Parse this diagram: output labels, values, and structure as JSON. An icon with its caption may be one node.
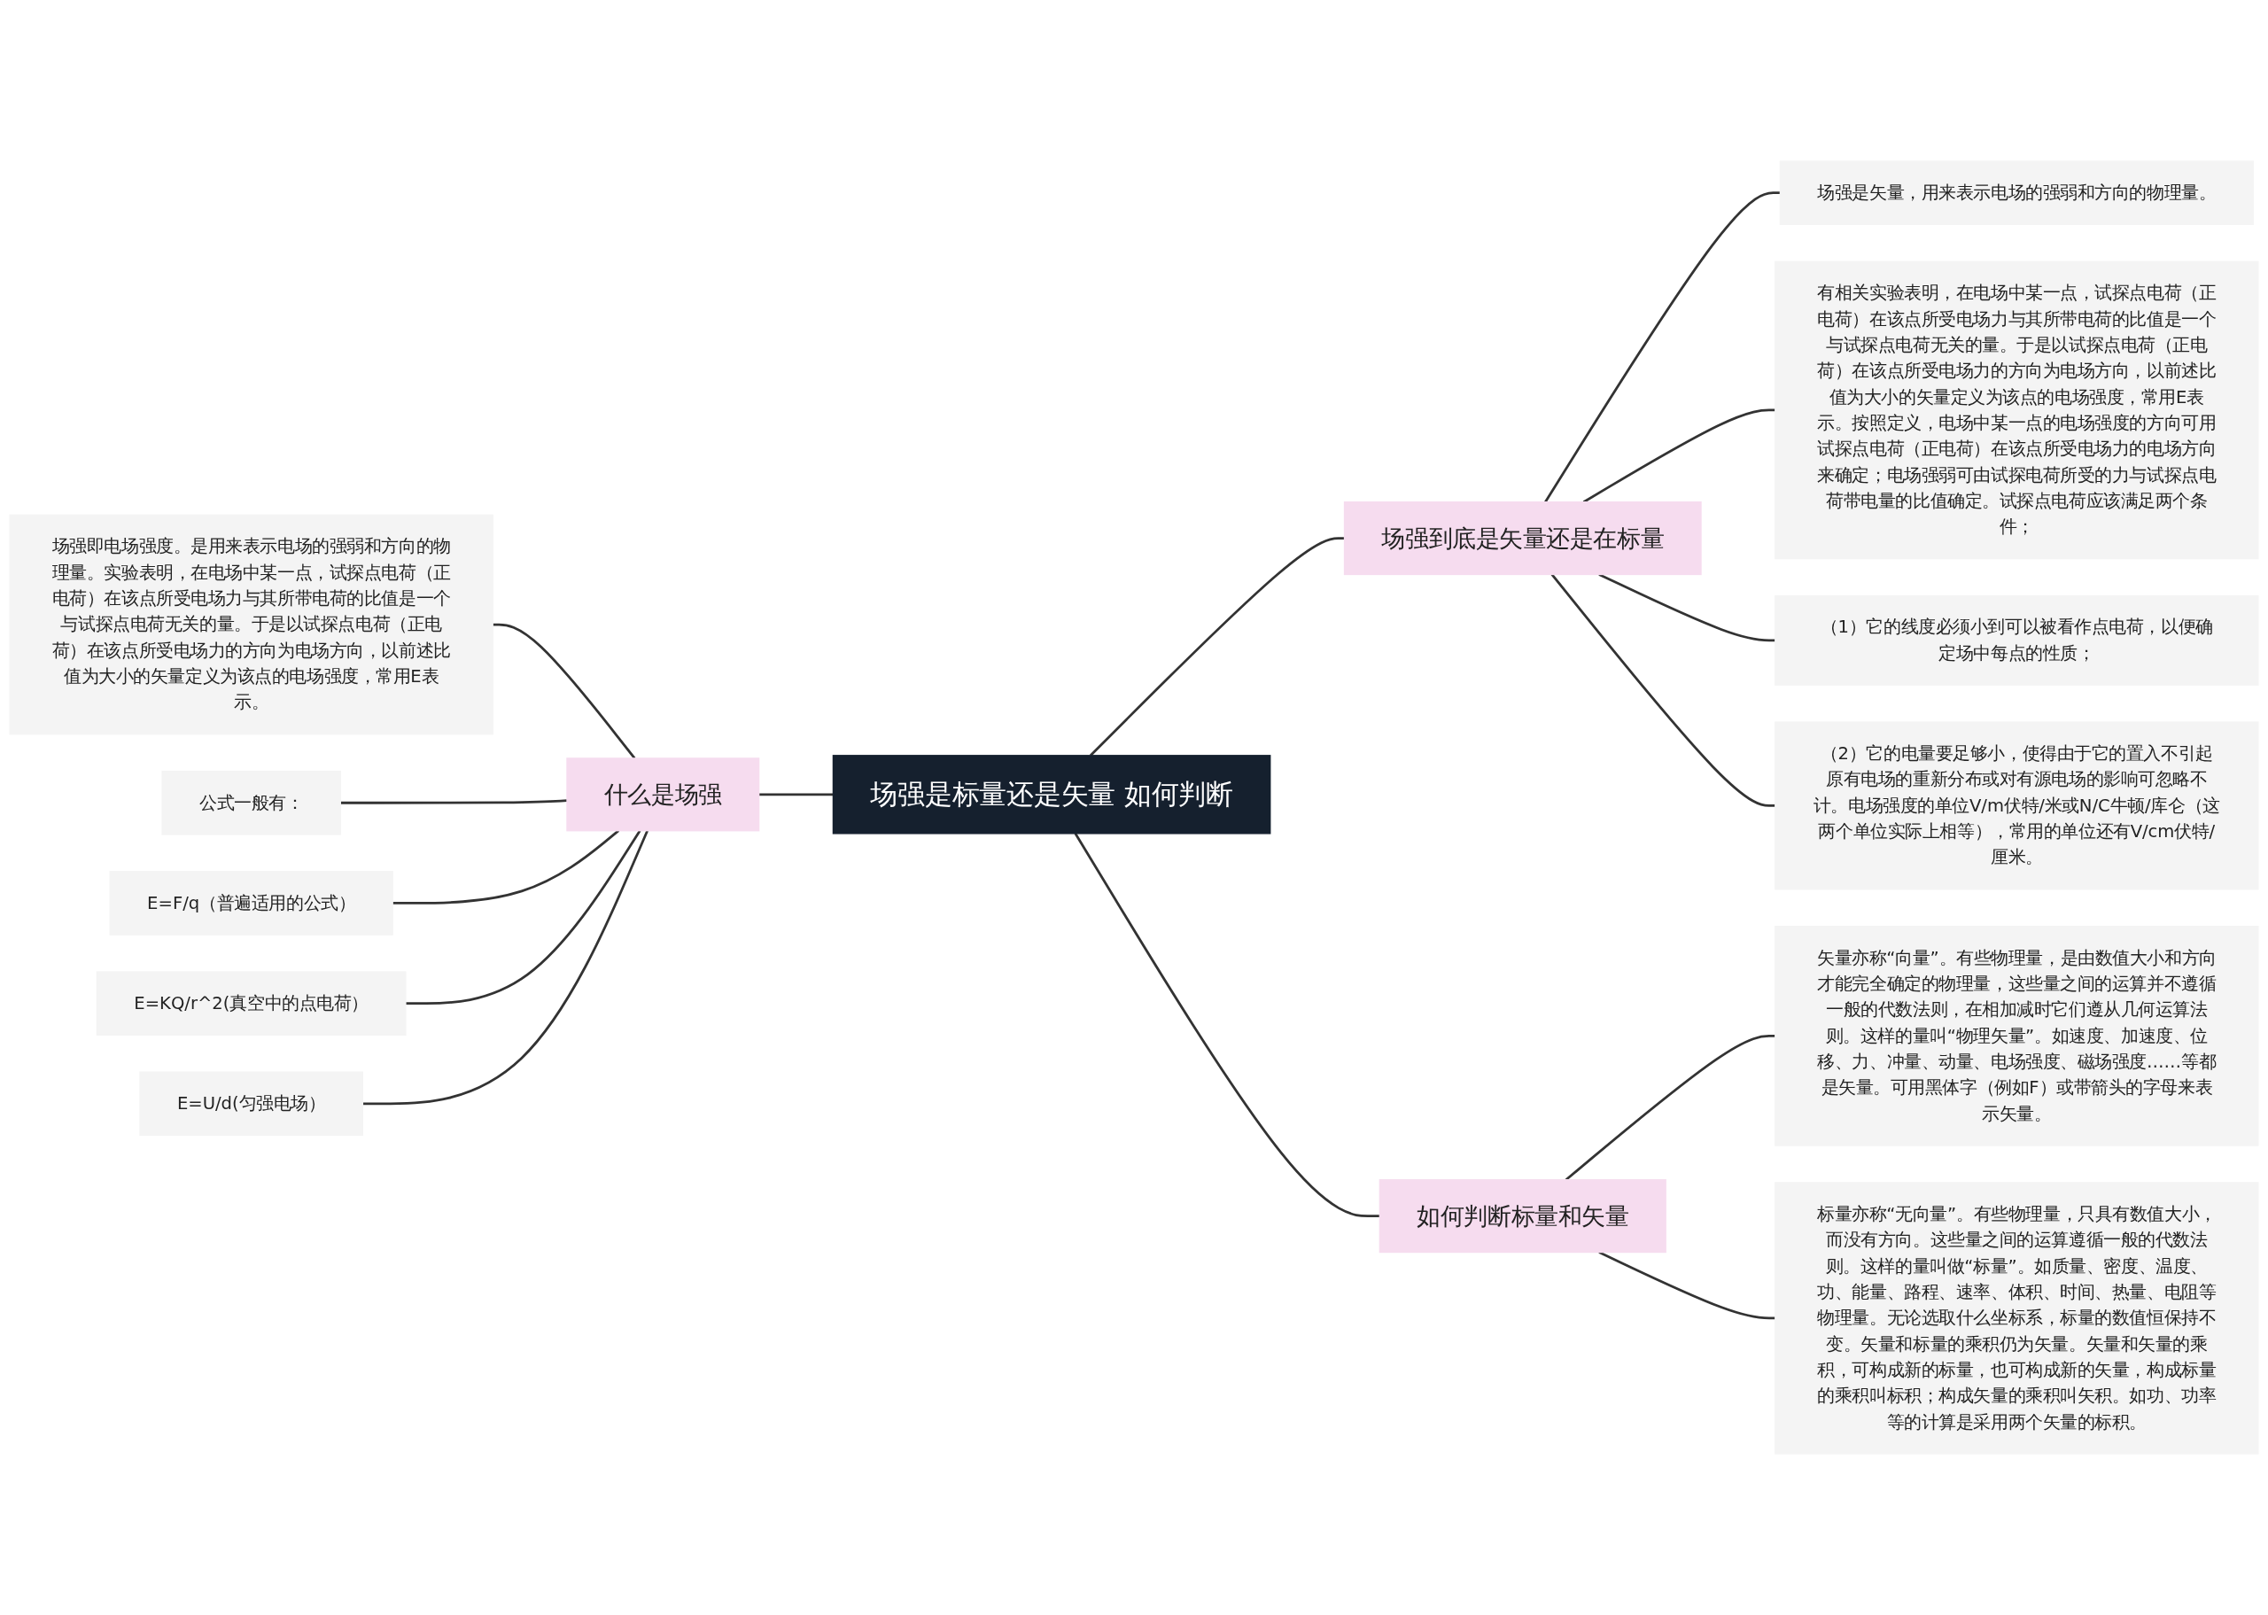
{
  "diagram": {
    "nodes": [
      {
        "text": [
          "场强是标量还是矢量 如何判断"
        ]
      },
      {
        "text": [
          "什么是场强"
        ]
      },
      {
        "text": [
          "场强即电场强度。是用来表示电场的强弱和方向的物理量。实验表明，在电场中某一点，试探点电荷（正电荷）在该点所受电场力与其所带电荷的比值是一个与试探点电荷无关的量。于是以试探点电荷（正电荷）在该点所受电场力的方向为电场方向，以前述比值为大小的矢量定义为该点的电场强度，常用E表示。"
        ]
      },
      {
        "text": [
          "公式一般有："
        ]
      },
      {
        "text": [
          "E=F/q（普遍适用的公式）"
        ]
      },
      {
        "text": [
          "E=KQ/r^2(真空中的点电荷）"
        ]
      },
      {
        "text": [
          "E=U/d(匀强电场）"
        ]
      },
      {
        "text": [
          "场强到底是矢量还是在标量"
        ]
      },
      {
        "text": [
          "场强是矢量，用来表示电场的强弱和方向的物理量。"
        ]
      },
      {
        "text": [
          "有相关实验表明，在电场中某一点，试探点电荷（正电荷）在该点所受电场力与其所带电荷的比值是一个与试探点电荷无关的量。于是以试探点电荷（正电荷）在该点所受电场力的方向为电场方向，以前述比值为大小的矢量定义为该点的电场强度，常用E表示。按照定义，电场中某一点的电场强度的方向可用试探点电荷（正电荷）在该点所受电场力的电场方向来确定；电场强弱可由试探电荷所受的力与试探点电荷带电量的比值确定。试探点电荷应该满足两个条件；"
        ]
      },
      {
        "text": [
          "（1）它的线度必须小到可以被看作点电荷，以便确定场中每点的性质；"
        ]
      },
      {
        "text": [
          "（2）它的电量要足够小，使得由于它的置入不引起原有电场的重新分布或对有源电场的影响可忽略不计。电场强度的单位V/m伏特/米或N/C牛顿/库仑（这两个单位实际上相等），常用的单位还有V/cm伏特/厘米。"
        ]
      },
      {
        "text": [
          "如何判断标量和矢量"
        ]
      },
      {
        "text": [
          "矢量亦称“向量”。有些物理量，是由数值大小和方向才能完全确定的物理量，这些量之间的运算并不遵循一般的代数法则，在相加减时它们遵从几何运算法则。这样的量叫“物理矢量”。如速度、加速度、位移、力、冲量、动量、电场强度、磁场强度……等都是矢量。可用黑体字（例如F）或带箭头的字母来表示矢量。"
        ]
      },
      {
        "text": [
          "标量亦称“无向量”。有些物理量，只具有数值大小，而没有方向。这些量之间的运算遵循一般的代数法则。这样的量叫做“标量”。如质量、密度、温度、功、能量、路程、速率、体积、时间、热量、电阻等物理量。无论选取什么坐标系，标量的数值恒保持不变。矢量和标量的乘积仍为矢量。矢量和矢量的乘积，可构成新的标量，也可构成新的矢量，构成标量的乘积叫标积；构成矢量的乘积叫矢积。如功、功率等的计算是采用两个矢量的标积。"
        ]
      }
    ],
    "edges": [
      {
        "from": 0,
        "to": 1,
        "arrow": "none"
      },
      {
        "from": 1,
        "to": 2,
        "arrow": "none"
      },
      {
        "from": 1,
        "to": 3,
        "arrow": "none"
      },
      {
        "from": 1,
        "to": 4,
        "arrow": "none"
      },
      {
        "from": 1,
        "to": 5,
        "arrow": "none"
      },
      {
        "from": 1,
        "to": 6,
        "arrow": "none"
      },
      {
        "from": 0,
        "to": 7,
        "arrow": "none"
      },
      {
        "from": 7,
        "to": 8,
        "arrow": "none"
      },
      {
        "from": 7,
        "to": 9,
        "arrow": "none"
      },
      {
        "from": 7,
        "to": 10,
        "arrow": "none"
      },
      {
        "from": 7,
        "to": 11,
        "arrow": "none"
      },
      {
        "from": 0,
        "to": 12,
        "arrow": "none"
      },
      {
        "from": 12,
        "to": 13,
        "arrow": "none"
      },
      {
        "from": 12,
        "to": 14,
        "arrow": "none"
      }
    ]
  }
}
